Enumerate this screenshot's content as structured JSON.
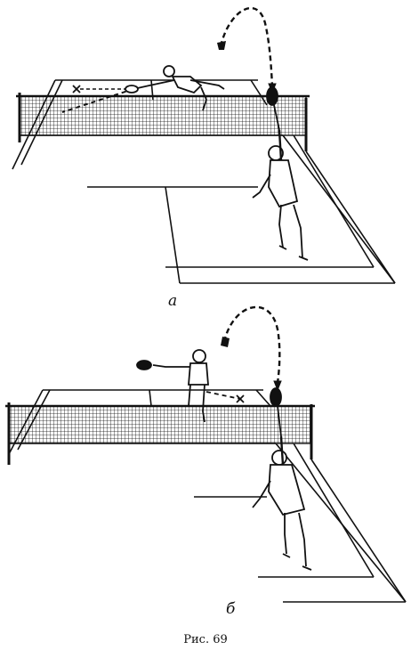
{
  "panels": [
    {
      "label": "а"
    },
    {
      "label": "б"
    }
  ],
  "caption": "Рис. 69",
  "colors": {
    "ink": "#111111",
    "paper": "#ffffff"
  }
}
